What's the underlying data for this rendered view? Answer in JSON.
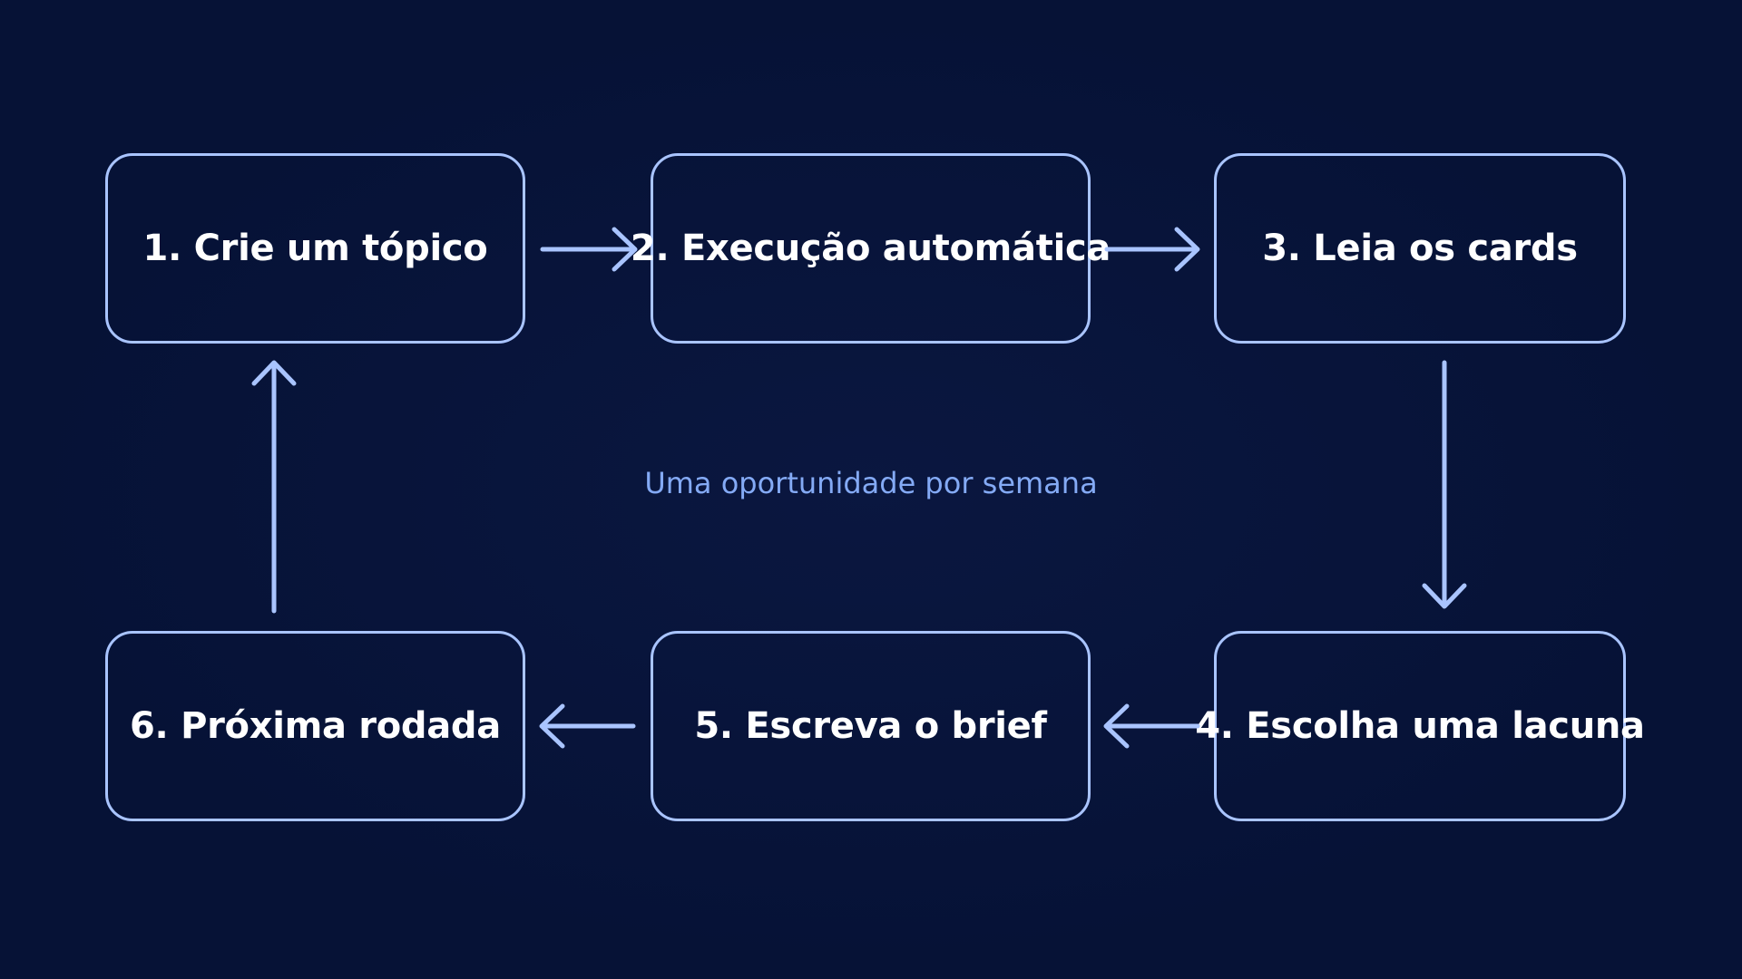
{
  "diagram": {
    "caption": "Uma oportunidade por semana",
    "steps": [
      {
        "label": "1. Crie um tópico"
      },
      {
        "label": "2. Execução automática"
      },
      {
        "label": "3. Leia os cards"
      },
      {
        "label": "4. Escolha uma lacuna"
      },
      {
        "label": "5. Escreva o brief"
      },
      {
        "label": "6. Próxima rodada"
      }
    ],
    "colors": {
      "background": "#061236",
      "box_border": "#a9c4ff",
      "arrow": "#a9c4ff",
      "step_text": "#ffffff",
      "caption_text": "#84aaf5"
    }
  }
}
